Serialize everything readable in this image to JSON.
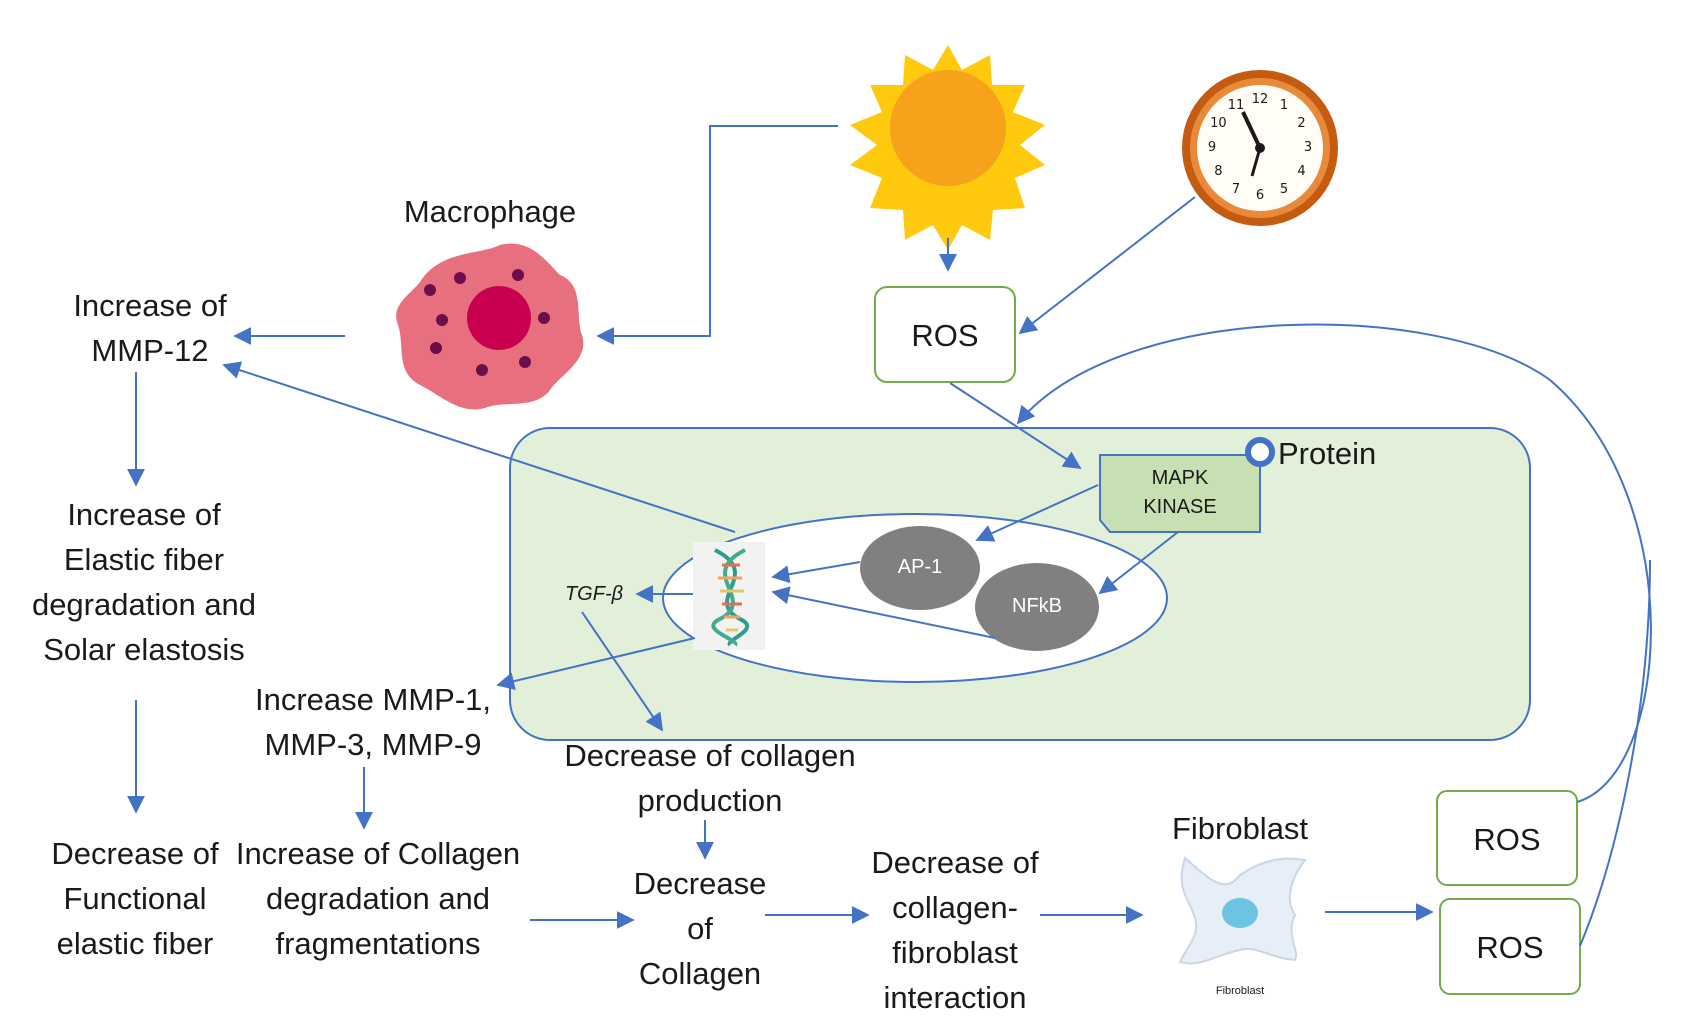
{
  "labels": {
    "macrophage": "Macrophage",
    "mmp12": "Increase of\nMMP-12",
    "ros_top": "ROS",
    "protein": "Protein",
    "mapk": "MAPK\nKINASE",
    "ap1": "AP-1",
    "nfkb": "NFkB",
    "tgf": "TGF-β",
    "elastic_degradation": "Increase of\nElastic fiber\ndegradation and\nSolar elastosis",
    "mmp139": "Increase MMP-1,\nMMP-3, MMP-9",
    "decrease_collagen_production": "Decrease of collagen\nproduction",
    "decrease_functional": "Decrease of\nFunctional\nelastic fiber",
    "collagen_degradation": "Increase of Collagen\ndegradation and\nfragmentations",
    "decrease_collagen": "Decrease\nof\nCollagen",
    "decrease_interaction": "Decrease of\ncollagen-\nfibroblast\ninteraction",
    "fibroblast_title": "Fibroblast",
    "fibroblast_caption": "Fibroblast",
    "ros_mid": "ROS",
    "ros_bottom": "ROS"
  },
  "clock_numbers": [
    "12",
    "1",
    "2",
    "3",
    "4",
    "5",
    "6",
    "7",
    "8",
    "9",
    "10",
    "11"
  ],
  "colors": {
    "arrow": "#4472c4",
    "cell_fill": "#e2efd9",
    "cell_stroke": "#4472c4",
    "ros_stroke": "#70ad47",
    "mapk_fill": "#c6e0b4",
    "node_fill": "#808080",
    "sun_core": "#f7a21b",
    "sun_rays": "#ffc90e",
    "macrophage": "#e8707e",
    "macrophage_nucleus": "#c9004f",
    "clock_rim": "#c55a11"
  }
}
